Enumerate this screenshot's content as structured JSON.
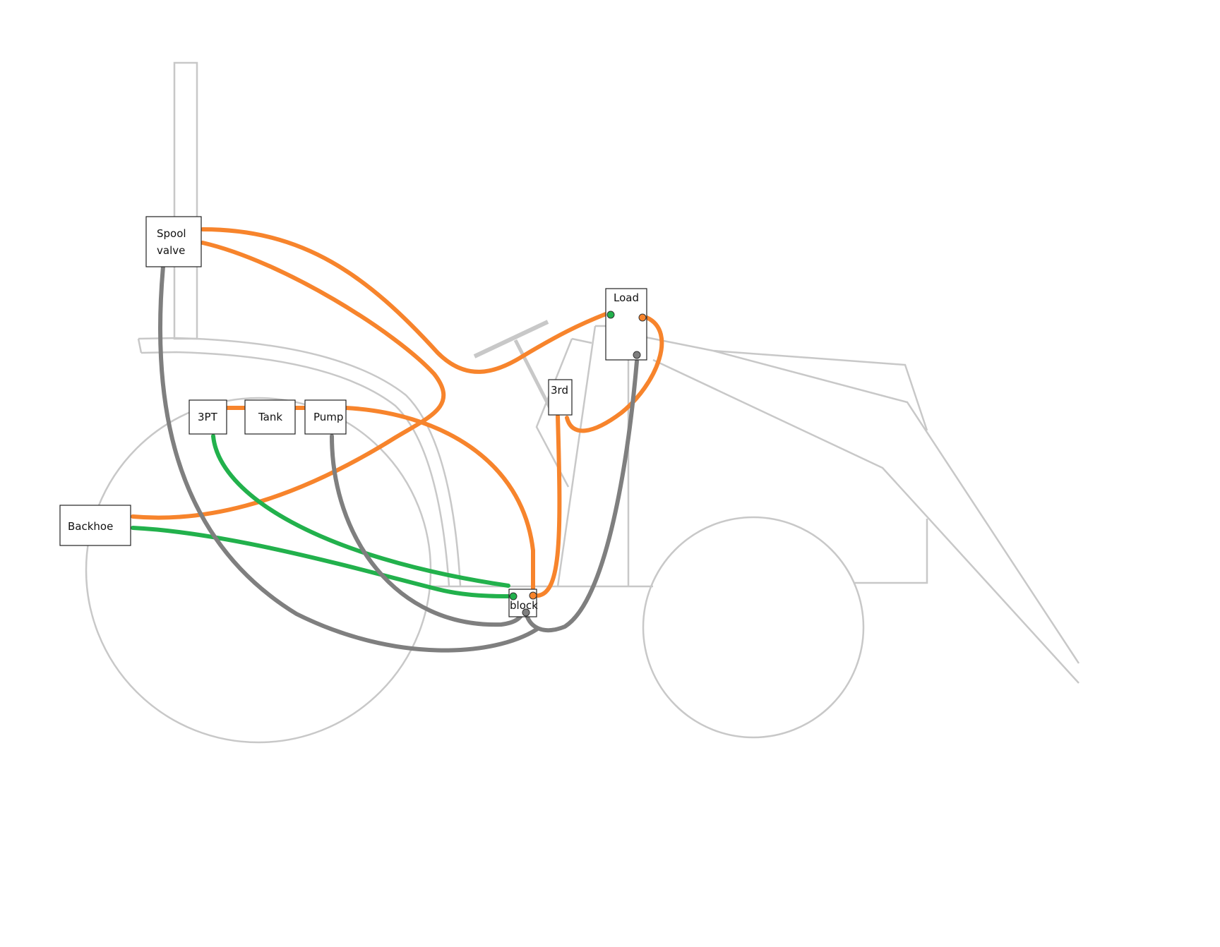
{
  "colors": {
    "pressure": "#f7842c",
    "return": "#7f7f7f",
    "work": "#22b14c",
    "outline": "#c8c8c8"
  },
  "components": {
    "spool_line1": "Spool",
    "spool_line2": "valve",
    "load": "Load",
    "third": "3rd",
    "three_pt": "3PT",
    "tank": "Tank",
    "pump": "Pump",
    "backhoe": "Backhoe",
    "block": "block"
  }
}
